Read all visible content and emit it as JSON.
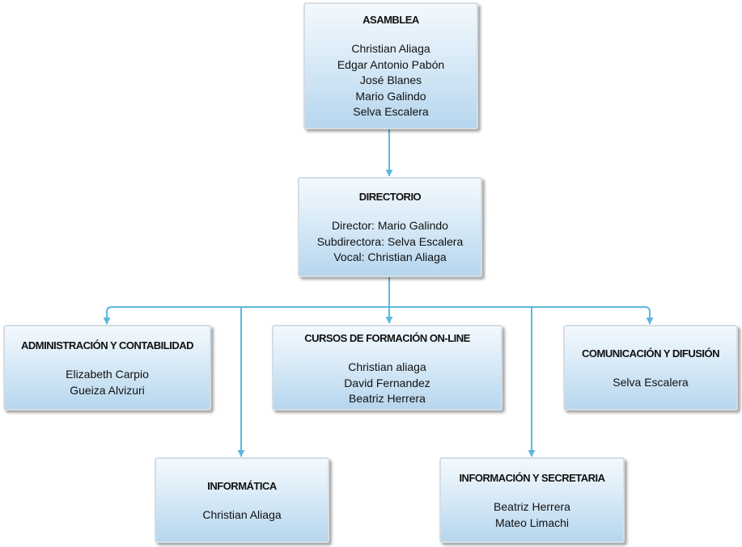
{
  "colors": {
    "connector": "#5bb8e0",
    "box_border": "#d4dde5",
    "box_fill_top": "#f3f9fd",
    "box_fill_bottom": "#b6d6ee"
  },
  "nodes": {
    "asamblea": {
      "title": "ASAMBLEA",
      "members": [
        "Christian Aliaga",
        "Edgar Antonio Pabón",
        "José Blanes",
        "Mario Galindo",
        "Selva Escalera"
      ]
    },
    "directorio": {
      "title": "DIRECTORIO",
      "members": [
        "Director: Mario Galindo",
        "Subdirectora: Selva Escalera",
        "Vocal: Christian Aliaga"
      ]
    },
    "administracion": {
      "title": "ADMINISTRACIÓN Y CONTABILIDAD",
      "members": [
        "Elizabeth Carpio",
        "Gueiza Alvizuri"
      ]
    },
    "cursos": {
      "title": "CURSOS DE FORMACIÓN ON-LINE",
      "members": [
        "Christian aliaga",
        "David Fernandez",
        "Beatriz Herrera"
      ]
    },
    "comunicacion": {
      "title": "COMUNICACIÓN Y DIFUSIÓN",
      "members": [
        "Selva Escalera"
      ]
    },
    "informatica": {
      "title": "INFORMÁTICA",
      "members": [
        "Christian Aliaga"
      ]
    },
    "informacion": {
      "title": "INFORMACIÓN Y SECRETARIA",
      "members": [
        "Beatriz Herrera",
        "Mateo Limachi"
      ]
    }
  }
}
